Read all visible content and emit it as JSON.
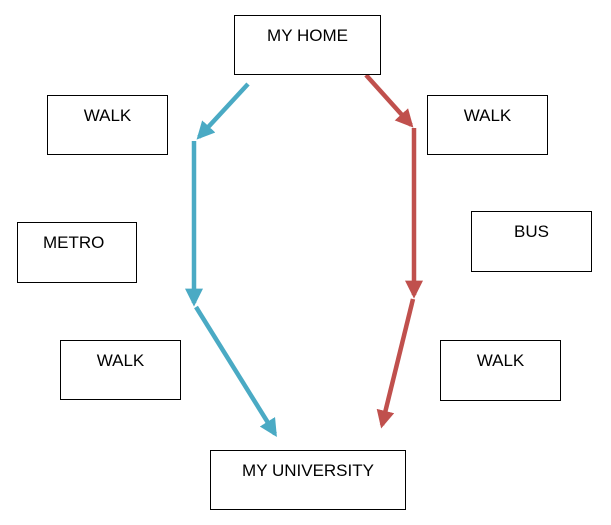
{
  "nodes": {
    "home": "MY HOME",
    "university": "MY UNIVERSITY",
    "left_route": {
      "step1": "WALK",
      "step2": "METRO",
      "step3": "WALK"
    },
    "right_route": {
      "step1": "WALK",
      "step2": "BUS",
      "step3": "WALK"
    }
  },
  "colors": {
    "left_route": "#4aaac4",
    "right_route": "#c0504d",
    "box_border": "#000000"
  }
}
